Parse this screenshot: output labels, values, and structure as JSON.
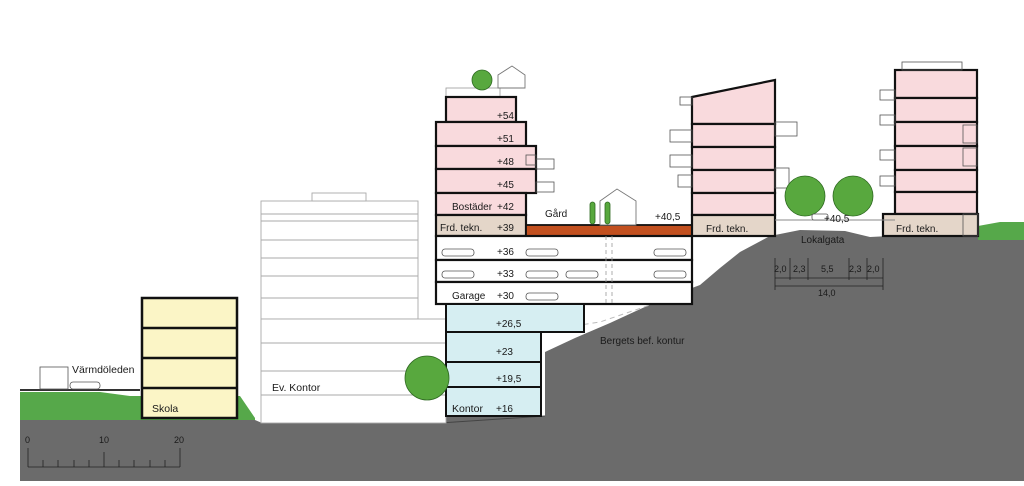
{
  "labels": {
    "road": "Värmdöleden",
    "school": "Skola",
    "office_ev": "Ev. Kontor",
    "office": "Kontor",
    "housing": "Bostäder",
    "tech_main": "Frd. tekn.",
    "tech_right_a": "Frd. tekn.",
    "tech_right_b": "Frd. tekn.",
    "garage": "Garage",
    "courtyard": "Gård",
    "rock_contour": "Bergets bef. kontur",
    "local_street": "Lokalgata"
  },
  "levels": {
    "l54": "+54",
    "l51": "+51",
    "l48": "+48",
    "l45": "+45",
    "l42": "+42",
    "l39": "+39",
    "l36": "+36",
    "l33": "+33",
    "l30": "+30",
    "l26_5": "+26,5",
    "l23": "+23",
    "l19_5": "+19,5",
    "l16": "+16",
    "courtyard_level": "+40,5",
    "street_level": "+40,5"
  },
  "street_dimensions": {
    "segments": [
      "2,0",
      "2,3",
      "5,5",
      "2,3",
      "2,0"
    ],
    "total": "14,0"
  },
  "scale_bar": {
    "ticks": [
      "0",
      "10",
      "20"
    ]
  },
  "colors": {
    "housing": "#f9dadd",
    "school": "#fbf5c6",
    "office": "#d6eef2",
    "technical": "#e4d6c9",
    "courtyard_deck": "#c2501f",
    "rock": "#6b6b6b",
    "grass": "#56a84a",
    "tree": "#58a83e"
  }
}
